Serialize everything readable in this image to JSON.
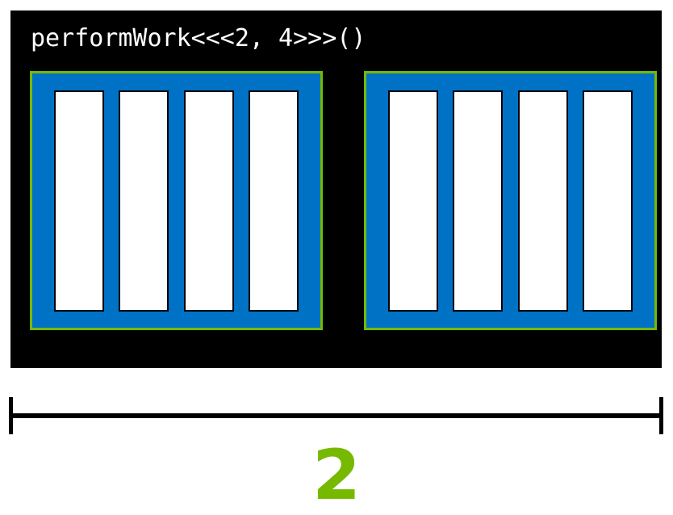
{
  "figure": {
    "title_text": "performWork<<<2, 4>>>()",
    "kernel_name": "performWork",
    "grid_dim": 2,
    "block_dim": 4,
    "grid_label": "2",
    "colors": {
      "panel_background": "#000000",
      "page_background": "#ffffff",
      "block_border": "#76b900",
      "block_fill": "#0072c6",
      "thread_fill": "#ffffff",
      "thread_border": "#000000",
      "title_text": "#ffffff",
      "label_text": "#76b900",
      "bracket": "#000000"
    }
  },
  "blocks": [
    {
      "index": 0,
      "threads": [
        {
          "index": 0
        },
        {
          "index": 1
        },
        {
          "index": 2
        },
        {
          "index": 3
        }
      ]
    },
    {
      "index": 1,
      "threads": [
        {
          "index": 0
        },
        {
          "index": 1
        },
        {
          "index": 2
        },
        {
          "index": 3
        }
      ]
    }
  ],
  "bracket": {
    "label": "2",
    "spans": "grid"
  }
}
